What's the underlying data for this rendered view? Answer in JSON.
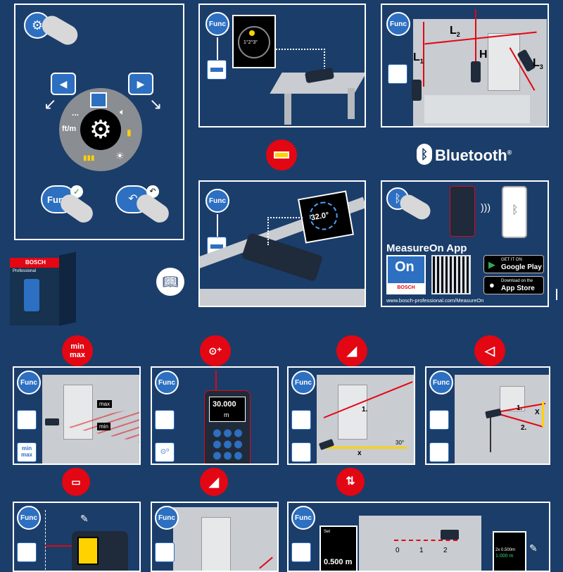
{
  "func_label": "Func",
  "settings_menu": {
    "unit_label": "ft/m",
    "more_label": "..."
  },
  "buttons": {
    "func": "Fun",
    "func_suffix": "c"
  },
  "bluetooth": {
    "title": "Bluetooth",
    "trademark": "®"
  },
  "app": {
    "title": "MeasureOn App",
    "tile_label": "On",
    "brand": "BOSCH",
    "google_small": "GET IT ON",
    "google_big": "Google Play",
    "apple_small": "Download on the",
    "apple_big": "App Store",
    "url": "www.bosch-professional.com/MeasureOn"
  },
  "box": {
    "brand": "BOSCH",
    "line": "Professional"
  },
  "level_display": {
    "value": "1°2°3°"
  },
  "angle_display": {
    "value": "32.0°"
  },
  "room_labels": {
    "l1": "L",
    "l1_sub": "1",
    "l2": "L",
    "l2_sub": "2",
    "l3": "L",
    "l3_sub": "3",
    "h": "H"
  },
  "minmax": {
    "icon": "min\nmax",
    "max_tag": "max",
    "min_tag": "min",
    "chip": "min\nmax"
  },
  "device_reading": {
    "value": "30.000",
    "unit": "m"
  },
  "pythagoras1": {
    "seg1": "1.",
    "x": "x",
    "angle": "30°"
  },
  "pythagoras2": {
    "seg1": "1.",
    "seg2": "2.",
    "x": "X"
  },
  "stakeout": {
    "ticks": [
      "0",
      "1",
      "2"
    ],
    "reading": "0.500 m",
    "small_label": "Set",
    "factor": "2x 0.500m",
    "total": "1.000 m"
  }
}
